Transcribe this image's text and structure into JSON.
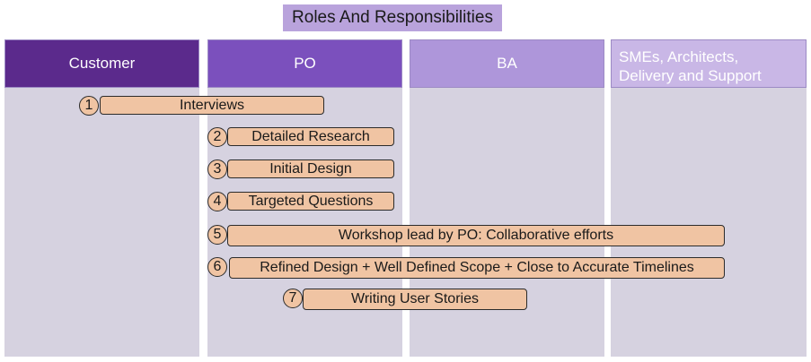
{
  "title": "Roles And Responsibilities",
  "lanes": [
    {
      "label": "Customer",
      "color": "#5b2a8c"
    },
    {
      "label": "PO",
      "color": "#7b50bd"
    },
    {
      "label": "BA",
      "color": "#ae96da"
    },
    {
      "label": "SMEs, Architects, Delivery and Support",
      "color": "#c9b7e6"
    }
  ],
  "lane_body_color": "#d6d2e0",
  "step_fill": "#f0c4a3",
  "steps": [
    {
      "num": "1",
      "label": "Interviews"
    },
    {
      "num": "2",
      "label": "Detailed Research"
    },
    {
      "num": "3",
      "label": "Initial Design"
    },
    {
      "num": "4",
      "label": "Targeted Questions"
    },
    {
      "num": "5",
      "label": "Workshop lead by PO: Collaborative efforts"
    },
    {
      "num": "6",
      "label": "Refined Design + Well Defined Scope + Close to Accurate Timelines"
    },
    {
      "num": "7",
      "label": "Writing User Stories"
    }
  ]
}
